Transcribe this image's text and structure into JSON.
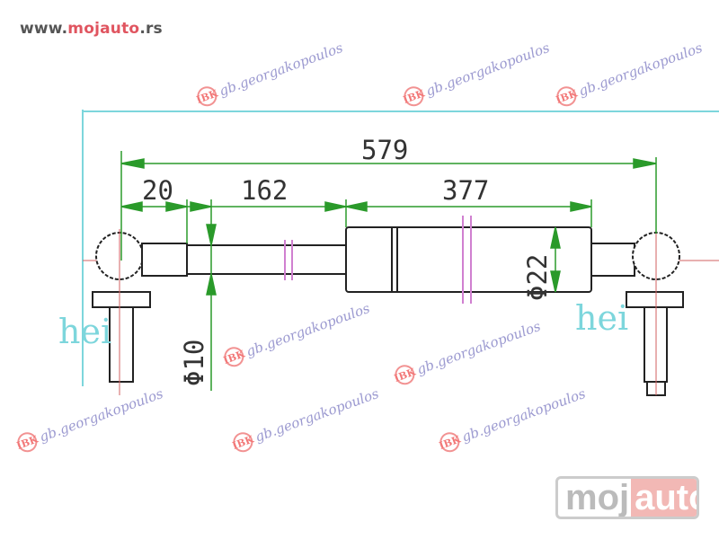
{
  "header": {
    "url_prefix": "www.",
    "url_brand": "mojauto",
    "url_suffix": ".rs"
  },
  "drawing": {
    "overall_length": "579",
    "end_offset": "20",
    "rod_length": "162",
    "body_length": "377",
    "body_diameter": "Φ22",
    "rod_diameter": "Φ10",
    "label_left": "hei",
    "label_right": "hei"
  },
  "watermark": {
    "text": "gb.georgakopoulos",
    "logo_text": "ΙΒΚ"
  },
  "logo": {
    "part1": "moj",
    "part2": "auto"
  },
  "colors": {
    "brand": "#e05560",
    "dimension": "#2a9a2a",
    "frame": "#7dd6dc",
    "outline": "#222222",
    "centerline": "#d06060",
    "marker": "#d080d0"
  }
}
